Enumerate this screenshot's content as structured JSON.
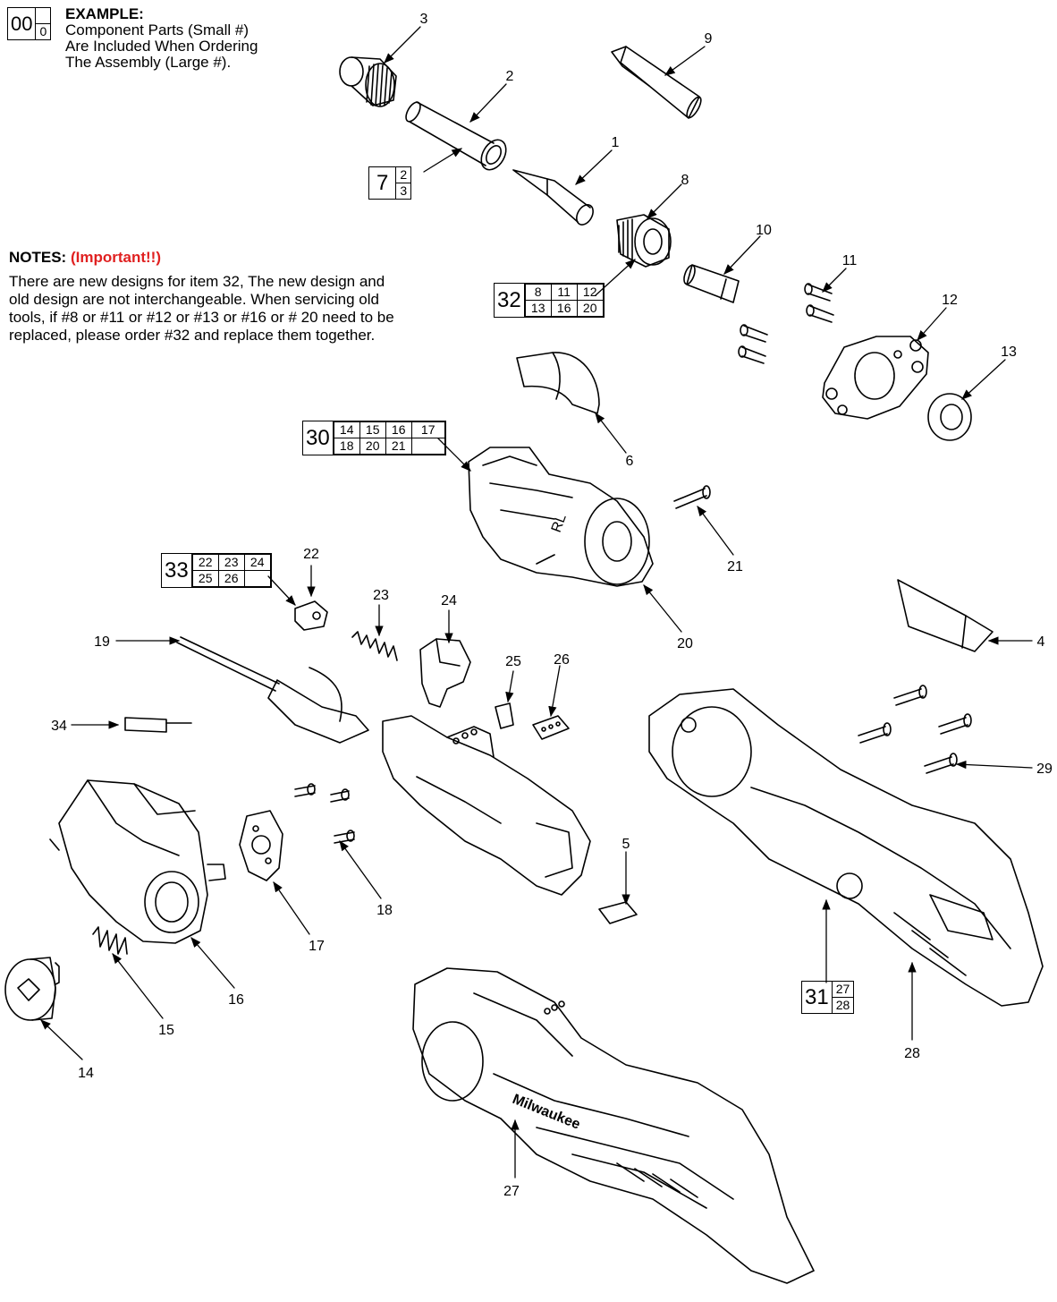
{
  "example": {
    "big_label": "00",
    "small_label": "0",
    "heading": "EXAMPLE:",
    "lines": [
      "Component Parts (Small #)",
      "Are Included When Ordering",
      "The Assembly (Large #)."
    ]
  },
  "notes": {
    "heading": "NOTES:",
    "important": "(Important!!)",
    "lines": [
      "There are new designs for item 32, The new design and",
      "old design are not interchangeable. When servicing  old",
      "tools, if #8 or #11 or #12 or #13 or #16  or # 20 need to be",
      "replaced, please order #32 and replace them together."
    ]
  },
  "assemblies": {
    "a7": {
      "big": "7",
      "parts": [
        "2",
        "3"
      ]
    },
    "a32": {
      "big": "32",
      "rows": [
        [
          "8",
          "11",
          "12"
        ],
        [
          "13",
          "16",
          "20"
        ]
      ]
    },
    "a30": {
      "big": "30",
      "rows": [
        [
          "14",
          "15",
          "16",
          "17"
        ],
        [
          "18",
          "20",
          "21",
          ""
        ]
      ]
    },
    "a33": {
      "big": "33",
      "rows": [
        [
          "22",
          "23",
          "24"
        ],
        [
          "25",
          "26",
          ""
        ]
      ]
    },
    "a31": {
      "big": "31",
      "parts": [
        "27",
        "28"
      ]
    }
  },
  "callouts": [
    "1",
    "2",
    "3",
    "4",
    "5",
    "6",
    "8",
    "9",
    "10",
    "11",
    "12",
    "13",
    "14",
    "15",
    "16",
    "17",
    "18",
    "19",
    "20",
    "21",
    "22",
    "23",
    "24",
    "25",
    "26",
    "27",
    "28",
    "29",
    "34"
  ],
  "brand_mark": "Milwaukee"
}
